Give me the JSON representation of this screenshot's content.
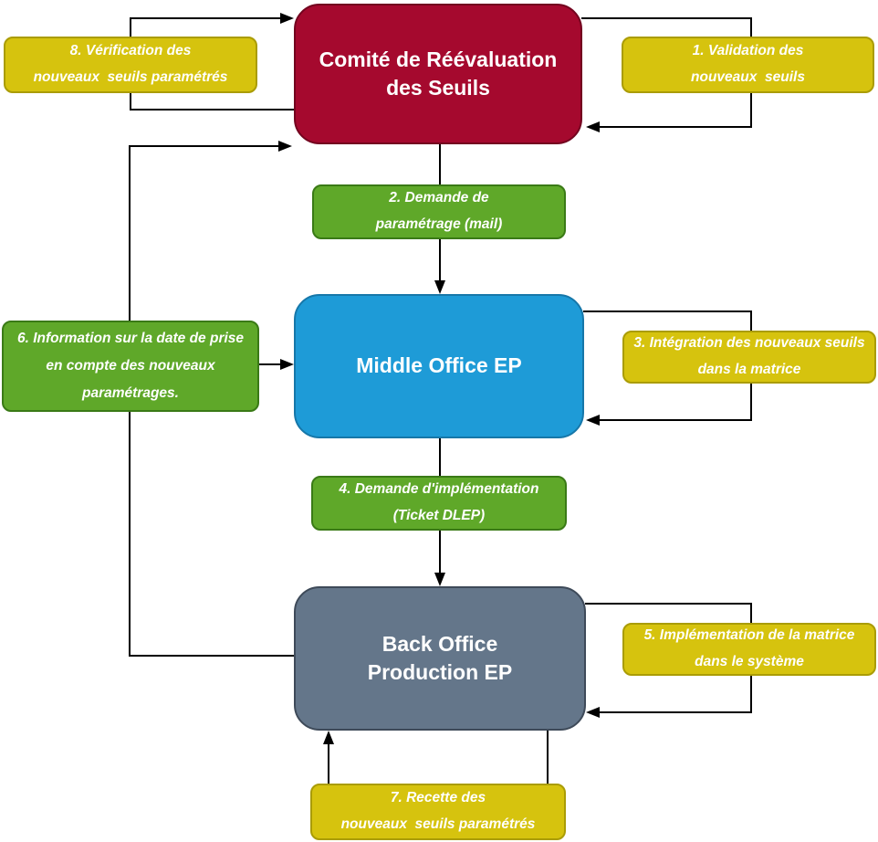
{
  "colors": {
    "node-red": "#A5092E",
    "node-red-border": "#73041F",
    "node-blue": "#1E9BD7",
    "node-blue-border": "#1677A9",
    "node-gray": "#64768A",
    "node-gray-border": "#3E4A59",
    "step-yellow": "#D6C30E",
    "step-yellow-border": "#AA9C05",
    "step-green": "#5FA829",
    "step-green-border": "#3A7A16",
    "arrow-black": "#000000",
    "text-white": "#FFFFFF"
  },
  "nodes": {
    "comite": {
      "label": "Comité de Réévaluation\ndes Seuils"
    },
    "middle": {
      "label": "Middle Office EP"
    },
    "back": {
      "label": "Back Office\nProduction EP"
    }
  },
  "steps": {
    "s1": {
      "label": "1. Validation des\nnouveaux  seuils"
    },
    "s2": {
      "label": "2. Demande de\nparamétrage (mail)"
    },
    "s3": {
      "label": "3. Intégration des nouveaux seuils\ndans la matrice"
    },
    "s4": {
      "label": "4. Demande d'implémentation\n(Ticket DLEP)"
    },
    "s5": {
      "label": "5. Implémentation de la matrice\ndans le système"
    },
    "s6": {
      "label": "6. Information sur la date de prise\nen compte des nouveaux\nparamétrages."
    },
    "s7": {
      "label": "7. Recette des\nnouveaux  seuils paramétrés"
    },
    "s8": {
      "label": "8. Vérification des\nnouveaux  seuils paramétrés"
    }
  }
}
